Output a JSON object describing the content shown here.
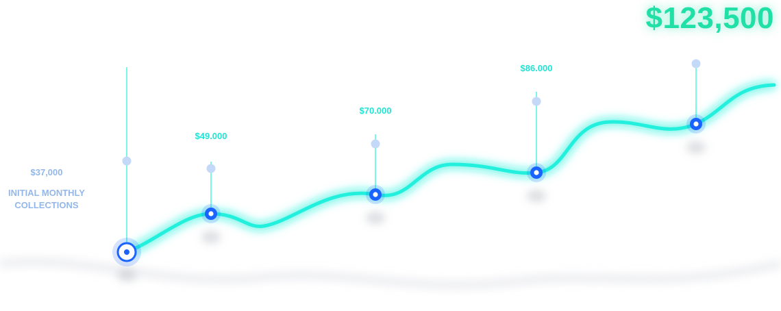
{
  "total": {
    "label": "$123,500"
  },
  "chart_data": {
    "type": "line",
    "title": "",
    "xlabel": "",
    "ylabel": "",
    "grid": false,
    "start": {
      "value_label": "$37,000",
      "caption_lines": [
        "INITIAL MONTHLY",
        "COLLECTIONS"
      ]
    },
    "x": [
      1,
      2,
      3,
      4,
      5
    ],
    "values": [
      37000,
      49000,
      70000,
      86000,
      123500
    ],
    "value_labels": [
      "$37,000",
      "$49.000",
      "$70.000",
      "$86.000",
      ""
    ],
    "colors": {
      "line": "#21f0dc",
      "marker": "#1a63ff",
      "label": "#21e3d3",
      "start_label": "#93b7e8",
      "total": "#20e0a8"
    }
  }
}
